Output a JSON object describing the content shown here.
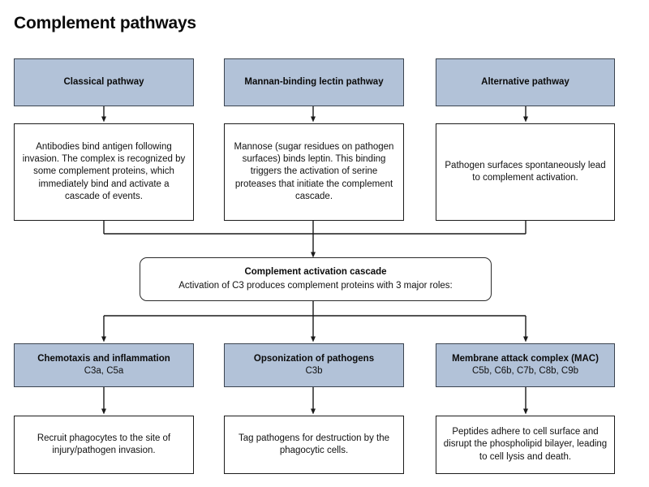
{
  "title": "Complement pathways",
  "colors": {
    "header_fill": "#b2c2d8",
    "header_stroke": "#3b4450",
    "box_stroke": "#1c1c1c",
    "connector": "#1a1a1a",
    "background": "#ffffff",
    "text": "#111111"
  },
  "pathways": [
    {
      "header": "Classical pathway",
      "description": "Antibodies bind antigen following invasion. The complex is recognized by some complement proteins, which immediately bind and activate a cascade of events."
    },
    {
      "header": "Mannan-binding lectin pathway",
      "description": "Mannose (sugar residues on pathogen surfaces) binds leptin. This binding triggers the activation of serine proteases that initiate the complement cascade."
    },
    {
      "header": "Alternative pathway",
      "description": "Pathogen surfaces spontaneously lead to complement activation."
    }
  ],
  "cascade": {
    "title": "Complement activation cascade",
    "subtitle": "Activation of C3 produces complement proteins with 3 major roles:"
  },
  "roles": [
    {
      "title": "Chemotaxis and inflammation",
      "components": "C3a, C5a",
      "effect": "Recruit phagocytes to the site of injury/pathogen invasion."
    },
    {
      "title": "Opsonization of pathogens",
      "components": "C3b",
      "effect": "Tag pathogens for destruction by the phagocytic cells."
    },
    {
      "title": "Membrane attack complex (MAC)",
      "components": "C5b, C6b, C7b, C8b, C9b",
      "effect": "Peptides adhere to cell surface and disrupt the phospholipid bilayer, leading to cell lysis and death."
    }
  ]
}
